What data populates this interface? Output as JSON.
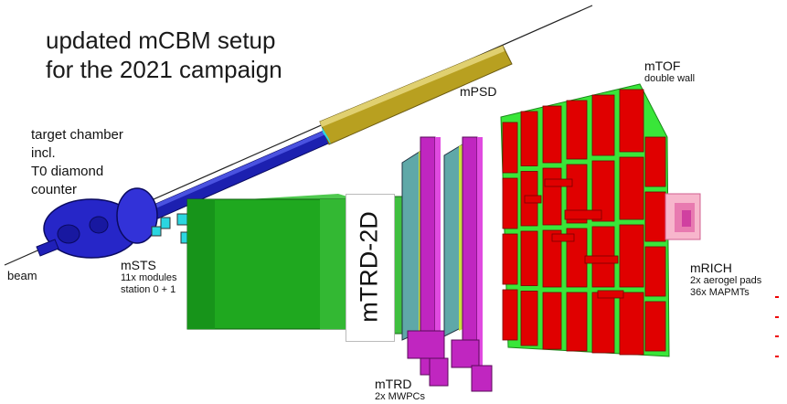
{
  "title": {
    "line1": "updated mCBM setup",
    "line2": "for the 2021 campaign"
  },
  "labels": {
    "target_chamber": [
      "target chamber",
      "incl.",
      "T0 diamond",
      "counter"
    ],
    "beam": "beam",
    "msts": {
      "name": "mSTS",
      "line2": "11x modules",
      "line3": "station 0 + 1"
    },
    "mpsd": "mPSD",
    "mtrd2d": "mTRD-2D",
    "mtrd": {
      "name": "mTRD",
      "line2": "2x MWPCs"
    },
    "mtof": {
      "name": "mTOF",
      "line2": "double wall"
    },
    "mrich": {
      "name": "mRICH",
      "line2": "2x aerogel pads",
      "line3": "36x MAPMTs"
    }
  },
  "colors": {
    "beamline": "#1f1fa8",
    "sts": "#1aa31a",
    "trd": "#c026c0",
    "tof": "#e00000",
    "tof_frame": "#39e639",
    "psd": "#b8a020",
    "rich": "#f7a8c4"
  }
}
